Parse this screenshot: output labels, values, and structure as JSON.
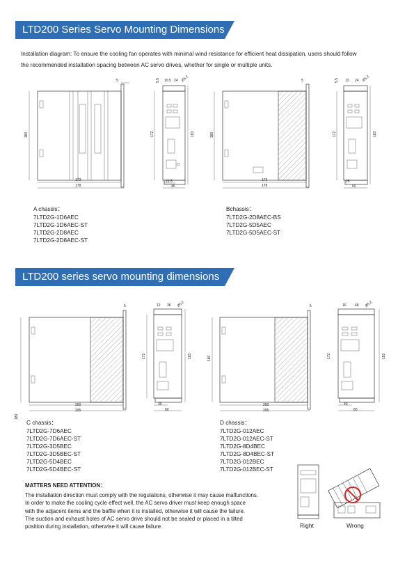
{
  "section1": {
    "title": "LTD200 Series Servo Mounting Dimensions",
    "intro_line1": "Installation diagram: To ensure the cooling fan operates with minimal wind resistance for efficient heat dissipation, users should follow",
    "intro_line2": "the recommended installation spacing between AC servo drives, whether for single or multiple units."
  },
  "dims_top": {
    "a_side": {
      "top": "5",
      "height": "180",
      "w1": "173",
      "w2": "178"
    },
    "a_front": {
      "top1": "10.5",
      "top2": "24",
      "hole": "Ø5.2",
      "top_offset": "5.5",
      "h1": "172",
      "h2": "183",
      "b1": "22.5",
      "b2": "45"
    },
    "b_side": {
      "top": "5",
      "height": "180",
      "w1": "173",
      "w2": "178"
    },
    "b_front": {
      "top1": "13",
      "top2": "24",
      "hole": "Ø5.2",
      "top_offset": "5.5",
      "h1": "172",
      "h2": "183",
      "b1": "25",
      "b2": "50"
    }
  },
  "dims_bottom": {
    "c_side": {
      "top": "5",
      "height": "180",
      "w1": "200",
      "w2": "205"
    },
    "c_front": {
      "top1": "12",
      "top2": "36",
      "hole": "Ø5.2",
      "h1": "172",
      "h2": "183",
      "b1": "30",
      "b2": "60"
    },
    "d_side": {
      "top": "5",
      "height": "180",
      "w1": "200",
      "w2": "205"
    },
    "d_front": {
      "top1": "16",
      "top2": "48",
      "hole": "Ø5.2",
      "h1": "172",
      "h2": "183",
      "b1": "40",
      "b2": "80"
    }
  },
  "chassis_a": {
    "title": "A chassis：",
    "items": [
      "7LTD2G-1D6AEC",
      "7LTD2G-1D6AEC-ST",
      "7LTD2G-2D8AEC",
      "7LTD2G-2D8AEC-ST"
    ]
  },
  "chassis_b": {
    "title": "Bchassis：",
    "items": [
      "7LTD2G-2D8AEC-BS",
      "7LTD2G-5D5AEC",
      "7LTD2G-5D5AEC-ST"
    ]
  },
  "section2": {
    "title": "LTD200 series servo mounting dimensions"
  },
  "chassis_c": {
    "title": "C chassis：",
    "items": [
      "7LTD2G-7D6AEC",
      "7LTD2G-7D6AEC-ST",
      "7LTD2G-3D5BEC",
      "7LTD2G-3D5BEC-ST",
      "7LTD2G-5D4BEC",
      "7LTD2G-5D4BEC-ST"
    ]
  },
  "chassis_d": {
    "title": "D chassis：",
    "items": [
      "7LTD2G-012AEC",
      "7LTD2G-012AEC-ST",
      "7LTD2G-8D4BEC",
      "7LTD2G-8D4BEC-ST",
      "7LTD2G-012BEC",
      "7LTD2G-012BEC-ST"
    ]
  },
  "notes": {
    "heading": "MATTERS NEED ATTENTION：",
    "lines": [
      "The installation direction must comply with the regulations, otherwise it may cause malfunctions.",
      "In order to make the cooling cycle effect well, the AC servo driver must keep enough space",
      "with the adjacent items and the baffle when it is installed, otherwise it will cause the failure.",
      "The suction and exhaust holes of AC servo drive should not be sealed or placed in a tilted",
      "position during installation, otherwise it will cause failure."
    ]
  },
  "orientation": {
    "right_label": "Right",
    "wrong_label": "Wrong"
  },
  "colors": {
    "banner": "#2f6db5",
    "prohibit": "#d62020"
  }
}
